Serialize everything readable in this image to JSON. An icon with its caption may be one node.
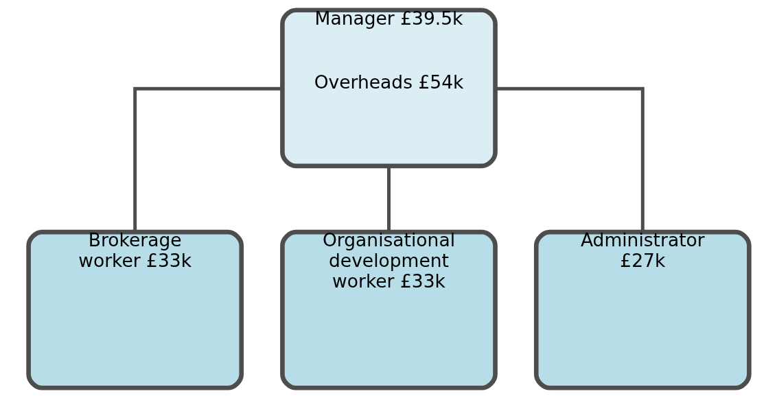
{
  "diagram": {
    "nodes": [
      {
        "text": [
          "Manager £39.5k",
          "Overheads £54k"
        ]
      },
      {
        "text": [
          "Brokerage worker £33k"
        ]
      },
      {
        "text": [
          "Organisational development worker £33k"
        ]
      },
      {
        "text": [
          "Administrator £27k"
        ]
      }
    ],
    "edges": [
      {
        "from": 0,
        "to": 1,
        "arrow": "none"
      },
      {
        "from": 0,
        "to": 2,
        "arrow": "none"
      },
      {
        "from": 0,
        "to": 3,
        "arrow": "none"
      }
    ]
  }
}
